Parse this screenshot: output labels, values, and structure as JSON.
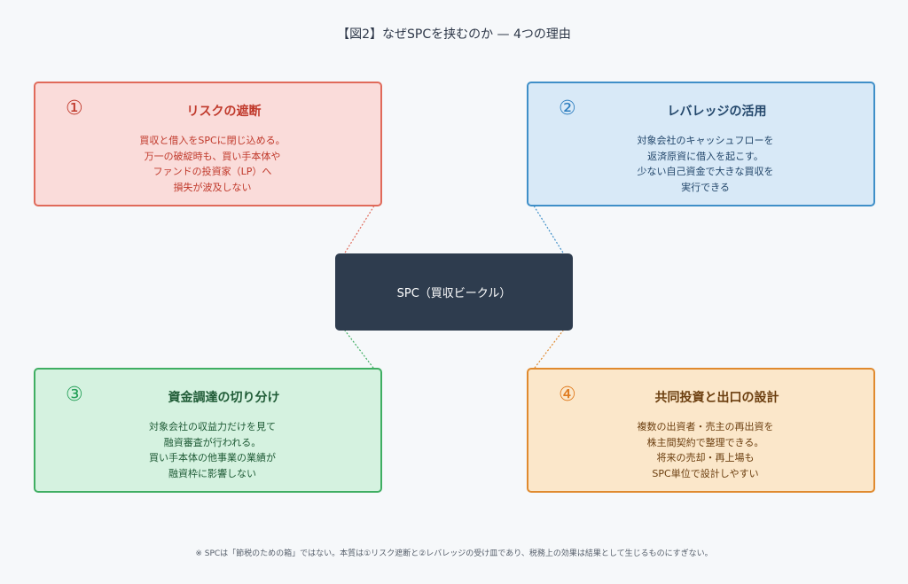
{
  "title": "【図2】なぜSPCを挟むのか — 4つの理由",
  "center": {
    "label": "SPC（買収ビークル）"
  },
  "cards": [
    {
      "num": "①",
      "heading": "リスクの遮断",
      "lines": [
        "買収と借入をSPCに閉じ込める。",
        "万一の破綻時も、買い手本体や",
        "ファンドの投資家（LP）へ",
        "損失が波及しない"
      ]
    },
    {
      "num": "②",
      "heading": "レバレッジの活用",
      "lines": [
        "対象会社のキャッシュフローを",
        "返済原資に借入を起こす。",
        "少ない自己資金で大きな買収を",
        "実行できる"
      ]
    },
    {
      "num": "③",
      "heading": "資金調達の切り分け",
      "lines": [
        "対象会社の収益力だけを見て",
        "融資審査が行われる。",
        "買い手本体の他事業の業績が",
        "融資枠に影響しない"
      ]
    },
    {
      "num": "④",
      "heading": "共同投資と出口の設計",
      "lines": [
        "複数の出資者・売主の再出資を",
        "株主間契約で整理できる。",
        "将来の売却・再上場も",
        "SPC単位で設計しやすい"
      ]
    }
  ],
  "colors": {
    "card1_border": "#e06a5a",
    "card2_border": "#3f8fc8",
    "card3_border": "#3fae62",
    "card4_border": "#e08a2e",
    "center_bg": "#2e3c4e"
  },
  "footnote": "※ SPCは「節税のための箱」ではない。本質は①リスク遮断と②レバレッジの受け皿であり、税務上の効果は結果として生じるものにすぎない。"
}
